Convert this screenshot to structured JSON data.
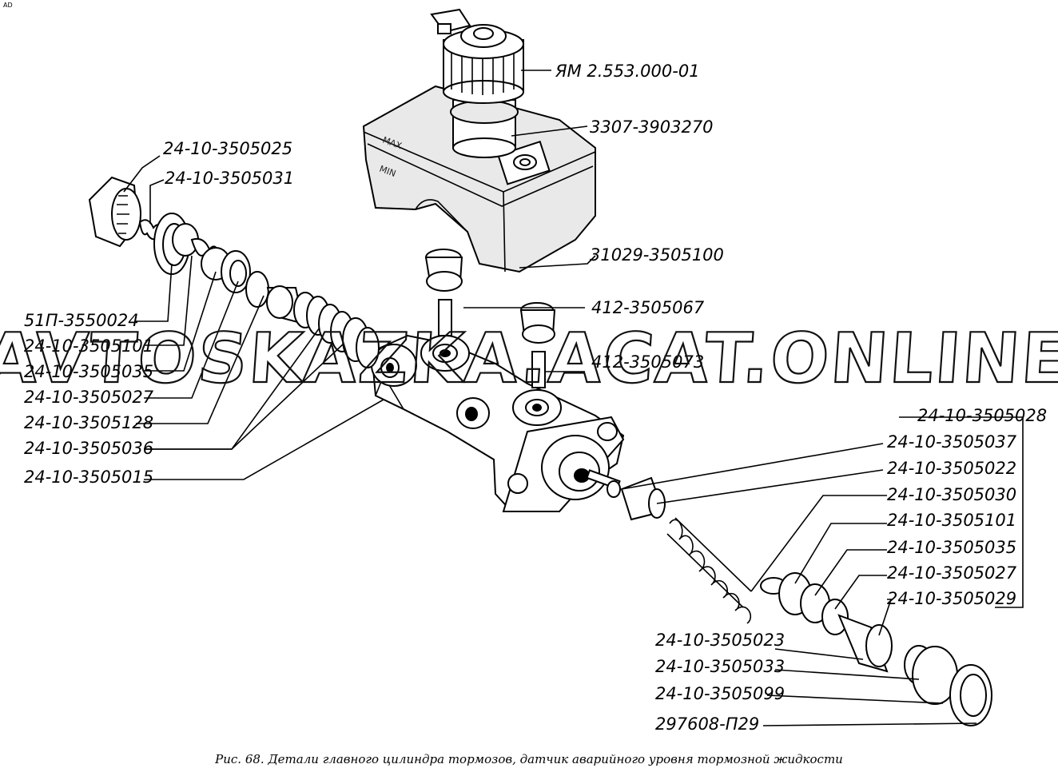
{
  "corner_mark": "AD",
  "watermark": "AVTOSKAZKA.ACAT.ONLINE",
  "caption": "Рис. 68. Детали главного цилиндра тормозов, датчик аварийного уровня тормозной жидкости",
  "reservoir_marks": {
    "max": "MAX",
    "min": "MIN"
  },
  "labels": {
    "l01": "ЯМ 2.553.000-01",
    "l02": "3307-3903270",
    "l03": "31029-3505100",
    "l04": "24-10-3505025",
    "l05": "24-10-3505031",
    "l06": "51П-3550024",
    "l07": "24-10-3505101",
    "l08": "24-10-3505035",
    "l09": "24-10-3505027",
    "l10": "24-10-3505128",
    "l11": "24-10-3505036",
    "l12": "24-10-3505015",
    "l13": "412-3505067",
    "l14": "412-3505073",
    "l15": "24-10-3505028",
    "l16": "24-10-3505037",
    "l17": "24-10-3505022",
    "l18": "24-10-3505030",
    "l19": "24-10-3505101",
    "l20": "24-10-3505035",
    "l21": "24-10-3505027",
    "l22": "24-10-3505029",
    "l23": "24-10-3505023",
    "l24": "24-10-3505033",
    "l25": "24-10-3505099",
    "l26": "297608-П29"
  }
}
